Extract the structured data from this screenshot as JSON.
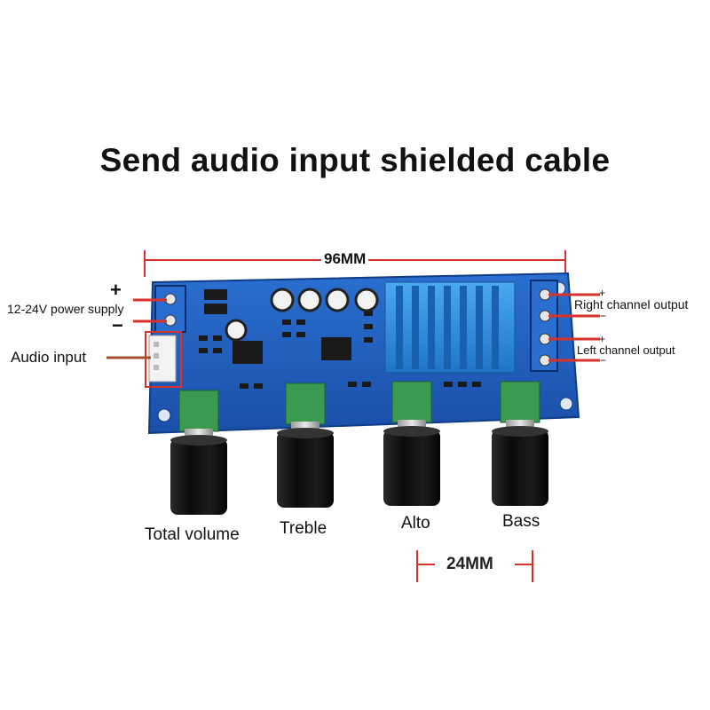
{
  "headline": "Send audio input shielded cable",
  "dimensions": {
    "board_width": "96MM",
    "knob_pitch": "24MM"
  },
  "labels": {
    "power_supply": "12-24V power supply",
    "audio_input": "Audio input",
    "right_output": "Right channel output",
    "left_output": "Left channel output"
  },
  "polarity": {
    "plus": "+",
    "minus": "−"
  },
  "knobs": [
    "Total volume",
    "Treble",
    "Alto",
    "Bass"
  ],
  "colors": {
    "pcb": "#1f5fbf",
    "heatsink": "#2f8fe0",
    "leader": "#d8322a",
    "audio_leader": "#a0522d",
    "pot": "#3a9a50",
    "knob": "#141414"
  }
}
